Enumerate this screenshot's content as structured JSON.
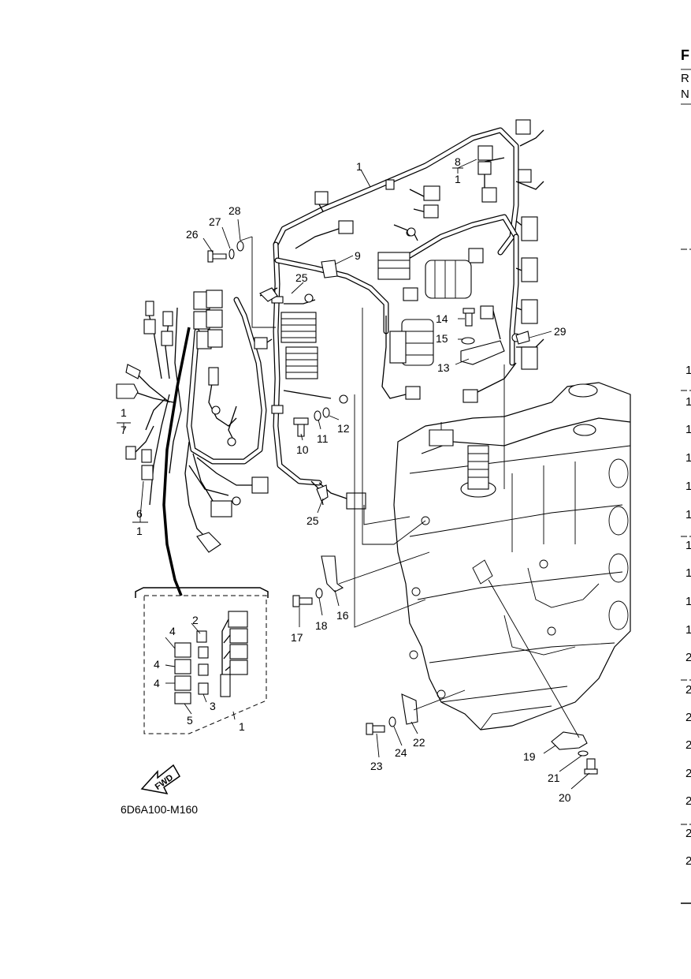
{
  "figure_code": "6D6A100-M160",
  "fwd_label": "FWD",
  "callouts": [
    {
      "id": "c1a",
      "text": "1"
    },
    {
      "id": "c8",
      "text": "8"
    },
    {
      "id": "c8sub",
      "text": "1"
    },
    {
      "id": "c28",
      "text": "28"
    },
    {
      "id": "c27",
      "text": "27"
    },
    {
      "id": "c26",
      "text": "26"
    },
    {
      "id": "c9",
      "text": "9"
    },
    {
      "id": "c25a",
      "text": "25"
    },
    {
      "id": "c14",
      "text": "14"
    },
    {
      "id": "c15",
      "text": "15"
    },
    {
      "id": "c29",
      "text": "29"
    },
    {
      "id": "c13",
      "text": "13"
    },
    {
      "id": "c12",
      "text": "12"
    },
    {
      "id": "c11",
      "text": "11"
    },
    {
      "id": "c10",
      "text": "10"
    },
    {
      "id": "c7top",
      "text": "1"
    },
    {
      "id": "c7",
      "text": "7"
    },
    {
      "id": "c6",
      "text": "6"
    },
    {
      "id": "c6sub",
      "text": "1"
    },
    {
      "id": "c25b",
      "text": "25"
    },
    {
      "id": "c16",
      "text": "16"
    },
    {
      "id": "c18",
      "text": "18"
    },
    {
      "id": "c17",
      "text": "17"
    },
    {
      "id": "c2",
      "text": "2"
    },
    {
      "id": "c4a",
      "text": "4"
    },
    {
      "id": "c4b",
      "text": "4"
    },
    {
      "id": "c4c",
      "text": "4"
    },
    {
      "id": "c3",
      "text": "3"
    },
    {
      "id": "c5",
      "text": "5"
    },
    {
      "id": "c1b",
      "text": "1"
    },
    {
      "id": "c22",
      "text": "22"
    },
    {
      "id": "c24",
      "text": "24"
    },
    {
      "id": "c23",
      "text": "23"
    },
    {
      "id": "c19",
      "text": "19"
    },
    {
      "id": "c21",
      "text": "21"
    },
    {
      "id": "c20",
      "text": "20"
    }
  ],
  "edge_header": [
    "F",
    "R",
    "N"
  ],
  "edge_digits": [
    "1",
    "1",
    "1",
    "1",
    "1",
    "1",
    "1",
    "1",
    "1",
    "1",
    "2",
    "2",
    "2",
    "2",
    "2",
    "2",
    "2",
    "2"
  ]
}
